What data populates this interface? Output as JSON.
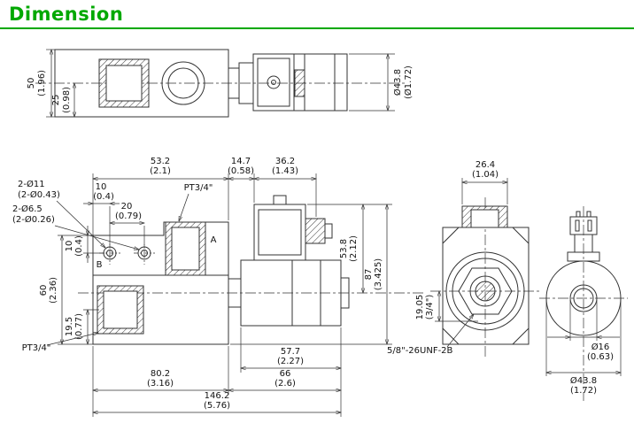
{
  "title": "Dimension",
  "colors": {
    "title_green": "#00a800",
    "line": "#333333"
  },
  "views": {
    "side": {
      "d50_mm": "50",
      "d50_in": "(1.96)",
      "d25_mm": "25",
      "d25_in": "(0.98)",
      "dia438_mm": "Ø43.8",
      "dia438_in": "(Ø1.72)"
    },
    "front": {
      "d532_mm": "53.2",
      "d532_in": "(2.1)",
      "d10a_mm": "10",
      "d10a_in": "(0.4)",
      "d20_mm": "20",
      "d20_in": "(0.79)",
      "pt_top": "PT3/4\"",
      "cbore_1": "2-Ø11",
      "cbore_2": "(2-Ø0.43)",
      "hole_1": "2-Ø6.5",
      "hole_2": "(2-Ø0.26)",
      "label_a": "A",
      "label_b": "B",
      "d147_mm": "14.7",
      "d147_in": "(0.58)",
      "d362_mm": "36.2",
      "d362_in": "(1.43)",
      "d538_mm": "53.8",
      "d538_in": "(2.12)",
      "d87_mm": "87",
      "d87_in": "(3.425)",
      "d10b_mm": "10",
      "d10b_in": "(0.4)",
      "d60_mm": "60",
      "d60_in": "(2.36)",
      "d195_mm": "19.5",
      "d195_in": "(0.77)",
      "pt_bottom": "PT3/4\"",
      "d577_mm": "57.7",
      "d577_in": "(2.27)",
      "d66_mm": "66",
      "d66_in": "(2.6)",
      "d802_mm": "80.2",
      "d802_in": "(3.16)",
      "d1462_mm": "146.2",
      "d1462_in": "(5.76)"
    },
    "end": {
      "d264_mm": "26.4",
      "d264_in": "(1.04)",
      "d1905_mm": "19.05",
      "d1905_in": "(3/4\")",
      "thread": "5/8\"-26UNF-2B"
    },
    "coil": {
      "dia16_mm": "Ø16",
      "dia16_in": "(0.63)",
      "dia438_mm": "Ø43.8",
      "dia438_in": "(1.72)"
    }
  }
}
